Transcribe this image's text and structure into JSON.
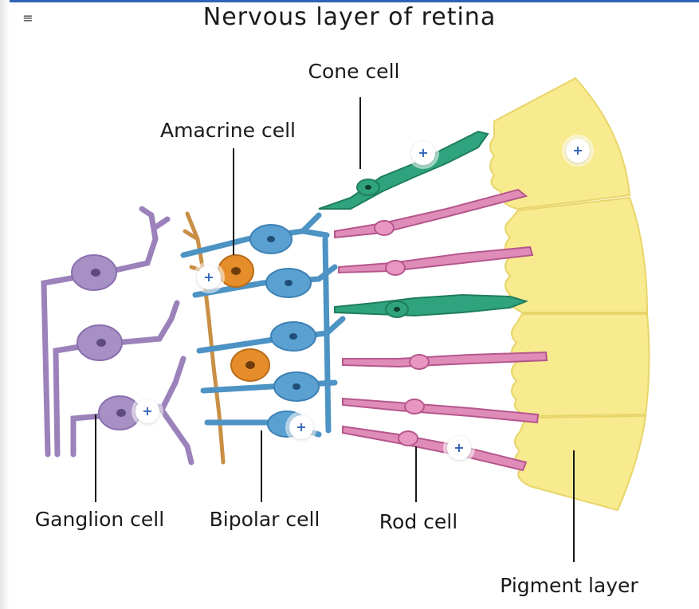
{
  "header": {
    "menu_icon": "hamburger-menu-icon",
    "menu_glyph": "≡",
    "title": "Nervous layer of retina"
  },
  "labels": {
    "cone_cell": "Cone cell",
    "amacrine_cell": "Amacrine cell",
    "ganglion_cell": "Ganglion cell",
    "bipolar_cell": "Bipolar cell",
    "rod_cell": "Rod cell",
    "pigment_layer": "Pigment layer"
  },
  "hotspots": [
    {
      "name": "cone-cell-hotspot",
      "glyph": "+"
    },
    {
      "name": "pigment-layer-hotspot",
      "glyph": "+"
    },
    {
      "name": "amacrine-cell-hotspot",
      "glyph": "+"
    },
    {
      "name": "ganglion-cell-hotspot",
      "glyph": "+"
    },
    {
      "name": "bipolar-cell-hotspot",
      "glyph": "+"
    },
    {
      "name": "rod-cell-hotspot",
      "glyph": "+"
    }
  ],
  "colors": {
    "accent": "#2e63b8",
    "pigment": "#f7e98a",
    "cone": "#2fa37d",
    "rod": "#d97aae",
    "bipolar": "#4d93c4",
    "ganglion": "#9b82bb",
    "amacrine": "#e58d2a",
    "fiber": "#c98f45"
  }
}
